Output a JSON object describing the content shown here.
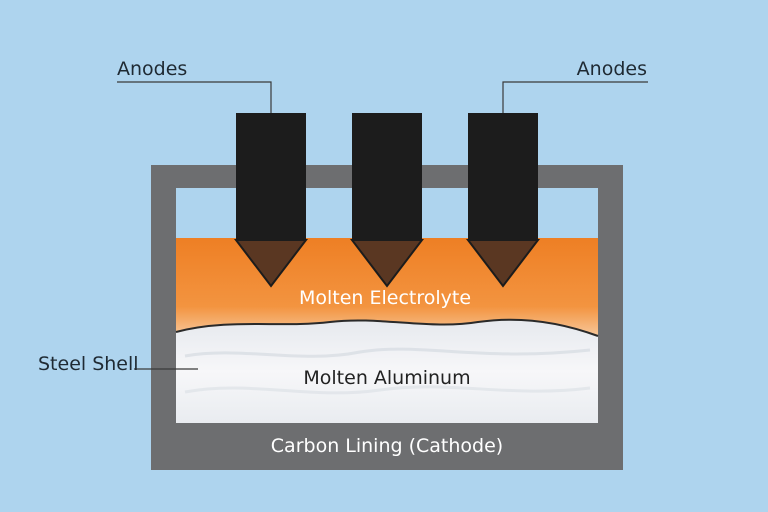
{
  "labels": {
    "anodes_left": "Anodes",
    "anodes_right": "Anodes",
    "electrolyte": "Molten Electrolyte",
    "aluminum": "Molten Aluminum",
    "steel_shell": "Steel Shell",
    "cathode": "Carbon Lining (Cathode)"
  },
  "colors": {
    "background": "#aed4ee",
    "shell": "#6d6e70",
    "anode": "#1c1c1c",
    "anode_tip": "#5a3722",
    "electrolyte": "#f08a30",
    "aluminum": "#f2f2f2",
    "leader": "#3a3a3a"
  }
}
